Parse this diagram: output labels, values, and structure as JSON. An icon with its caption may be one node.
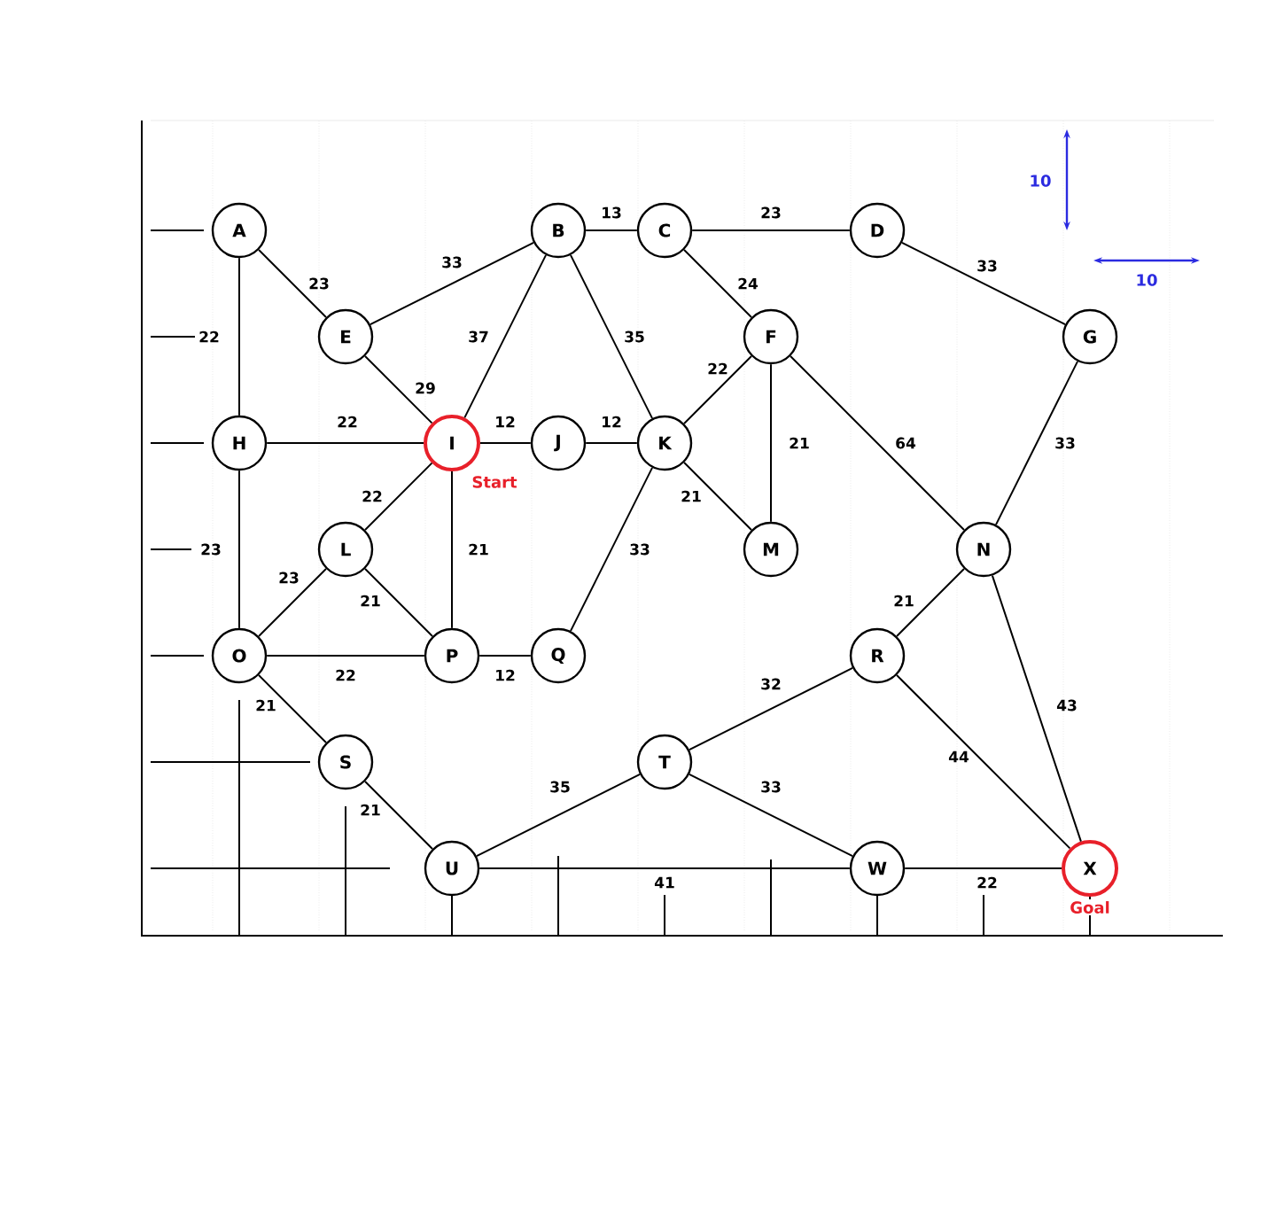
{
  "diagram": {
    "nodes": [
      {
        "text": [
          "A"
        ]
      },
      {
        "text": [
          "B"
        ]
      },
      {
        "text": [
          "C"
        ]
      },
      {
        "text": [
          "D"
        ]
      },
      {
        "text": [
          "E"
        ]
      },
      {
        "text": [
          "F"
        ]
      },
      {
        "text": [
          "G"
        ]
      },
      {
        "text": [
          "H"
        ]
      },
      {
        "text": [
          "I"
        ],
        "beside": [
          "Start"
        ]
      },
      {
        "text": [
          "J"
        ]
      },
      {
        "text": [
          "K"
        ]
      },
      {
        "text": [
          "L"
        ]
      },
      {
        "text": [
          "M"
        ]
      },
      {
        "text": [
          "N"
        ]
      },
      {
        "text": [
          "O"
        ]
      },
      {
        "text": [
          "P"
        ]
      },
      {
        "text": [
          "Q"
        ]
      },
      {
        "text": [
          "R"
        ]
      },
      {
        "text": [
          "S"
        ]
      },
      {
        "text": [
          "T"
        ]
      },
      {
        "text": [
          "U"
        ]
      },
      {
        "text": [
          "W"
        ]
      },
      {
        "text": [
          "X"
        ],
        "beside": [
          "Goal"
        ]
      }
    ],
    "edges": [
      {
        "from": 0,
        "to": 4,
        "arrow": "none",
        "label": "23"
      },
      {
        "from": 0,
        "to": 7,
        "arrow": "none",
        "label": "22"
      },
      {
        "from": 1,
        "to": 2,
        "arrow": "none",
        "label": "13"
      },
      {
        "from": 2,
        "to": 3,
        "arrow": "none",
        "label": "23"
      },
      {
        "from": 4,
        "to": 1,
        "arrow": "none",
        "label": "33"
      },
      {
        "from": 8,
        "to": 1,
        "arrow": "none",
        "label": "37"
      },
      {
        "from": 1,
        "to": 10,
        "arrow": "none",
        "label": "35"
      },
      {
        "from": 2,
        "to": 5,
        "arrow": "none",
        "label": "24"
      },
      {
        "from": 3,
        "to": 6,
        "arrow": "none",
        "label": "33"
      },
      {
        "from": 4,
        "to": 8,
        "arrow": "none",
        "label": "29"
      },
      {
        "from": 7,
        "to": 8,
        "arrow": "none",
        "label": "22"
      },
      {
        "from": 8,
        "to": 9,
        "arrow": "none",
        "label": "12"
      },
      {
        "from": 9,
        "to": 10,
        "arrow": "none",
        "label": "12"
      },
      {
        "from": 10,
        "to": 5,
        "arrow": "none",
        "label": "22"
      },
      {
        "from": 5,
        "to": 12,
        "arrow": "none",
        "label": "21"
      },
      {
        "from": 5,
        "to": 13,
        "arrow": "none",
        "label": "64"
      },
      {
        "from": 10,
        "to": 12,
        "arrow": "none",
        "label": "21"
      },
      {
        "from": 10,
        "to": 16,
        "arrow": "none",
        "label": "33"
      },
      {
        "from": 6,
        "to": 13,
        "arrow": "none",
        "label": "33"
      },
      {
        "from": 8,
        "to": 11,
        "arrow": "none",
        "label": "22"
      },
      {
        "from": 8,
        "to": 15,
        "arrow": "none",
        "label": "21"
      },
      {
        "from": 7,
        "to": 14,
        "arrow": "none",
        "label": "23"
      },
      {
        "from": 11,
        "to": 14,
        "arrow": "none",
        "label": "23"
      },
      {
        "from": 11,
        "to": 15,
        "arrow": "none",
        "label": "21"
      },
      {
        "from": 14,
        "to": 15,
        "arrow": "none",
        "label": "22"
      },
      {
        "from": 15,
        "to": 16,
        "arrow": "none",
        "label": "12"
      },
      {
        "from": 14,
        "to": 18,
        "arrow": "none",
        "label": "21"
      },
      {
        "from": 18,
        "to": 20,
        "arrow": "none",
        "label": "21"
      },
      {
        "from": 20,
        "to": 19,
        "arrow": "none",
        "label": "35"
      },
      {
        "from": 20,
        "to": 21,
        "arrow": "none",
        "label": "41"
      },
      {
        "from": 19,
        "to": 17,
        "arrow": "none",
        "label": "32"
      },
      {
        "from": 19,
        "to": 21,
        "arrow": "none",
        "label": "33"
      },
      {
        "from": 17,
        "to": 13,
        "arrow": "none",
        "label": "21"
      },
      {
        "from": 17,
        "to": 22,
        "arrow": "none",
        "label": "44"
      },
      {
        "from": 13,
        "to": 22,
        "arrow": "none",
        "label": "43"
      },
      {
        "from": 21,
        "to": 22,
        "arrow": "none",
        "label": "22"
      }
    ],
    "labels": [
      "10",
      "10"
    ]
  }
}
